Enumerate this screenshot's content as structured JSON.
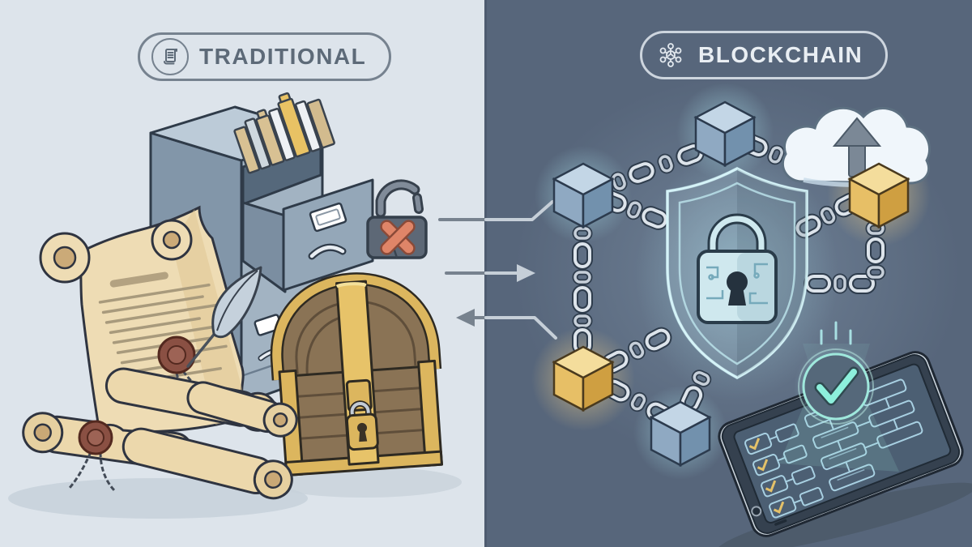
{
  "header": {
    "traditional": {
      "label": "TRADITIONAL",
      "icon": "scroll-icon"
    },
    "blockchain": {
      "label": "BLOCKCHAIN",
      "icon": "network-nodes-icon"
    }
  },
  "panels": {
    "traditional": {
      "theme": "light",
      "background": "#dde4eb",
      "elements": [
        "paper-scrolls",
        "wax-seals",
        "quill-pen",
        "filing-cabinet",
        "open-drawer-with-folders",
        "treasure-chest-with-padlock",
        "broken-padlock-with-red-x"
      ]
    },
    "blockchain": {
      "theme": "dark",
      "background": "#57667b",
      "elements": [
        "linked-blockchain-cubes",
        "metal-chains",
        "glowing-security-shield-with-circuit-padlock",
        "cloud-with-upload-arrow",
        "tablet-with-ledger-ui",
        "holographic-checkmark"
      ]
    }
  },
  "connectors": [
    "elbow-line-top",
    "arrow-right",
    "arrow-left"
  ],
  "icons": {
    "traditional_badge": "scroll-icon",
    "blockchain_badge": "network-nodes-icon",
    "security_fail": "broken-padlock-x-icon",
    "security_pass": "shield-padlock-icon",
    "storage_upload": "cloud-upload-icon",
    "verification": "checkmark-circle-icon"
  },
  "colors": {
    "left_background": "#dde4eb",
    "right_background": "#57667b",
    "parchment": "#ecd9ae",
    "parchment_shade": "#dcc08c",
    "wax_seal": "#8a5043",
    "cabinet_front": "#a2b3c2",
    "cabinet_side": "#8296a9",
    "folder_yellow": "#e8c264",
    "chest_wood": "#8a7355",
    "chest_gold": "#dcb65e",
    "broken_x_red": "#df8568",
    "cube_blue_side": "#8fa9c2",
    "cube_gold_side": "#e7bf66",
    "chain_silver": "#c6cfd9",
    "shield_line_cyan": "#cdeff5",
    "checkmark_teal": "#8df0dc",
    "cloud_white": "#f0f6fb",
    "tablet_body": "#35414f",
    "tablet_screen": "#4c5f73",
    "screen_line_blue": "#a8d0e2"
  }
}
